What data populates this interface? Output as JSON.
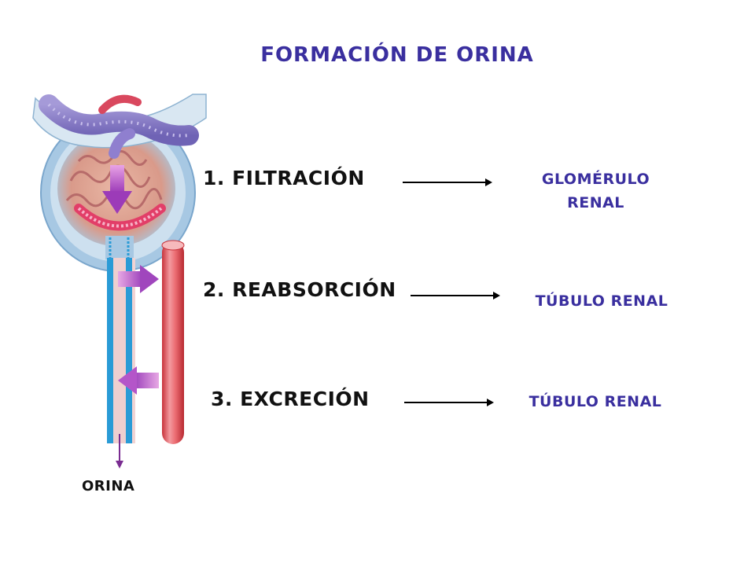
{
  "title": "FORMACIÓN DE ORINA",
  "steps": [
    {
      "label": "1. FILTRACIÓN",
      "destination": [
        "GLOMÉRULO",
        "RENAL"
      ]
    },
    {
      "label": "2. REABSORCIÓN",
      "destination": [
        "TÚBULO RENAL"
      ]
    },
    {
      "label": "3. EXCRECIÓN",
      "destination": [
        "TÚBULO RENAL"
      ]
    }
  ],
  "output_label": "ORINA",
  "colors": {
    "title": "#3a2f9f",
    "destination_text": "#3a2f9f",
    "process_arrow": "#b04fc8",
    "blood_vessel": "#e8555c",
    "tubule": "#2a9bd6"
  }
}
